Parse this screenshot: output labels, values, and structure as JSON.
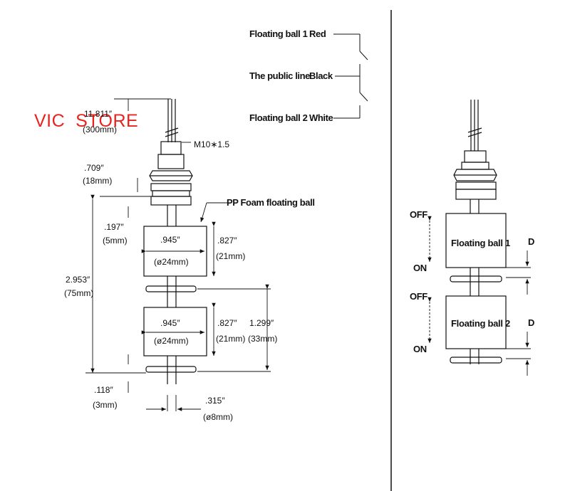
{
  "watermark": "VIC  STORE",
  "wiring": [
    {
      "name": "Floating ball 1",
      "color": "Red"
    },
    {
      "name": "The public line",
      "color": "Black"
    },
    {
      "name": "Floating ball 2",
      "color": "White"
    }
  ],
  "dimensions": {
    "cable_in": "11.811″",
    "cable_mm": "(300mm)",
    "thread": "M10∗1.5",
    "nut_in": ".709″",
    "nut_mm": "(18mm)",
    "gap_in": ".197″",
    "gap_mm": "(5mm)",
    "total_in": "2.953″",
    "total_mm": "(75mm)",
    "ball1_dia_in": ".945″",
    "ball1_dia_mm": "(ø24mm)",
    "ball1_h_in": ".827″",
    "ball1_h_mm": "(21mm)",
    "ball2_dia_in": ".945″",
    "ball2_dia_mm": "(ø24mm)",
    "ball2_h_in": ".827″",
    "ball2_h_mm": "(21mm)",
    "spacing_in": "1.299″",
    "spacing_mm": "(33mm)",
    "bottom_in": ".118″",
    "bottom_mm": "(3mm)",
    "stem_in": ".315″",
    "stem_mm": "(ø8mm)"
  },
  "foam_label": "PP Foam floating ball",
  "operation": {
    "ball1": "Floating ball 1",
    "ball2": "Floating ball 2",
    "off": "OFF",
    "on": "ON",
    "d": "D"
  }
}
